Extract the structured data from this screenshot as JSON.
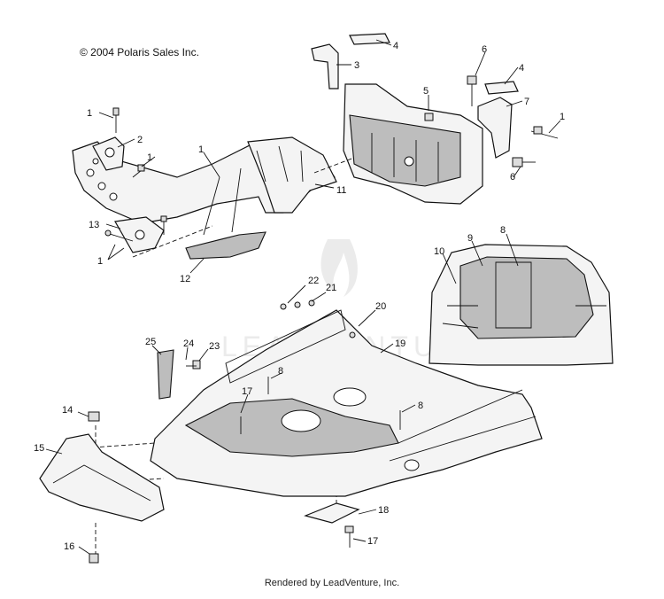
{
  "copyright": "© 2004 Polaris Sales Inc.",
  "footer": "Rendered by LeadVenture, Inc.",
  "watermark": "LEADVENTURE",
  "callouts": [
    {
      "id": "c1a",
      "label": "1"
    },
    {
      "id": "c1b",
      "label": "1"
    },
    {
      "id": "c1c",
      "label": "1"
    },
    {
      "id": "c1d",
      "label": "1"
    },
    {
      "id": "c1e",
      "label": "1"
    },
    {
      "id": "c2",
      "label": "2"
    },
    {
      "id": "c3",
      "label": "3"
    },
    {
      "id": "c4a",
      "label": "4"
    },
    {
      "id": "c4b",
      "label": "4"
    },
    {
      "id": "c5",
      "label": "5"
    },
    {
      "id": "c6a",
      "label": "6"
    },
    {
      "id": "c6b",
      "label": "6"
    },
    {
      "id": "c7",
      "label": "7"
    },
    {
      "id": "c8a",
      "label": "8"
    },
    {
      "id": "c8b",
      "label": "8"
    },
    {
      "id": "c8c",
      "label": "8"
    },
    {
      "id": "c9",
      "label": "9"
    },
    {
      "id": "c10",
      "label": "10"
    },
    {
      "id": "c11",
      "label": "11"
    },
    {
      "id": "c12",
      "label": "12"
    },
    {
      "id": "c13",
      "label": "13"
    },
    {
      "id": "c14",
      "label": "14"
    },
    {
      "id": "c15",
      "label": "15"
    },
    {
      "id": "c16",
      "label": "16"
    },
    {
      "id": "c17a",
      "label": "17"
    },
    {
      "id": "c17b",
      "label": "17"
    },
    {
      "id": "c18",
      "label": "18"
    },
    {
      "id": "c19",
      "label": "19"
    },
    {
      "id": "c20",
      "label": "20"
    },
    {
      "id": "c21",
      "label": "21"
    },
    {
      "id": "c22",
      "label": "22"
    },
    {
      "id": "c23",
      "label": "23"
    },
    {
      "id": "c24",
      "label": "24"
    },
    {
      "id": "c25",
      "label": "25"
    }
  ]
}
